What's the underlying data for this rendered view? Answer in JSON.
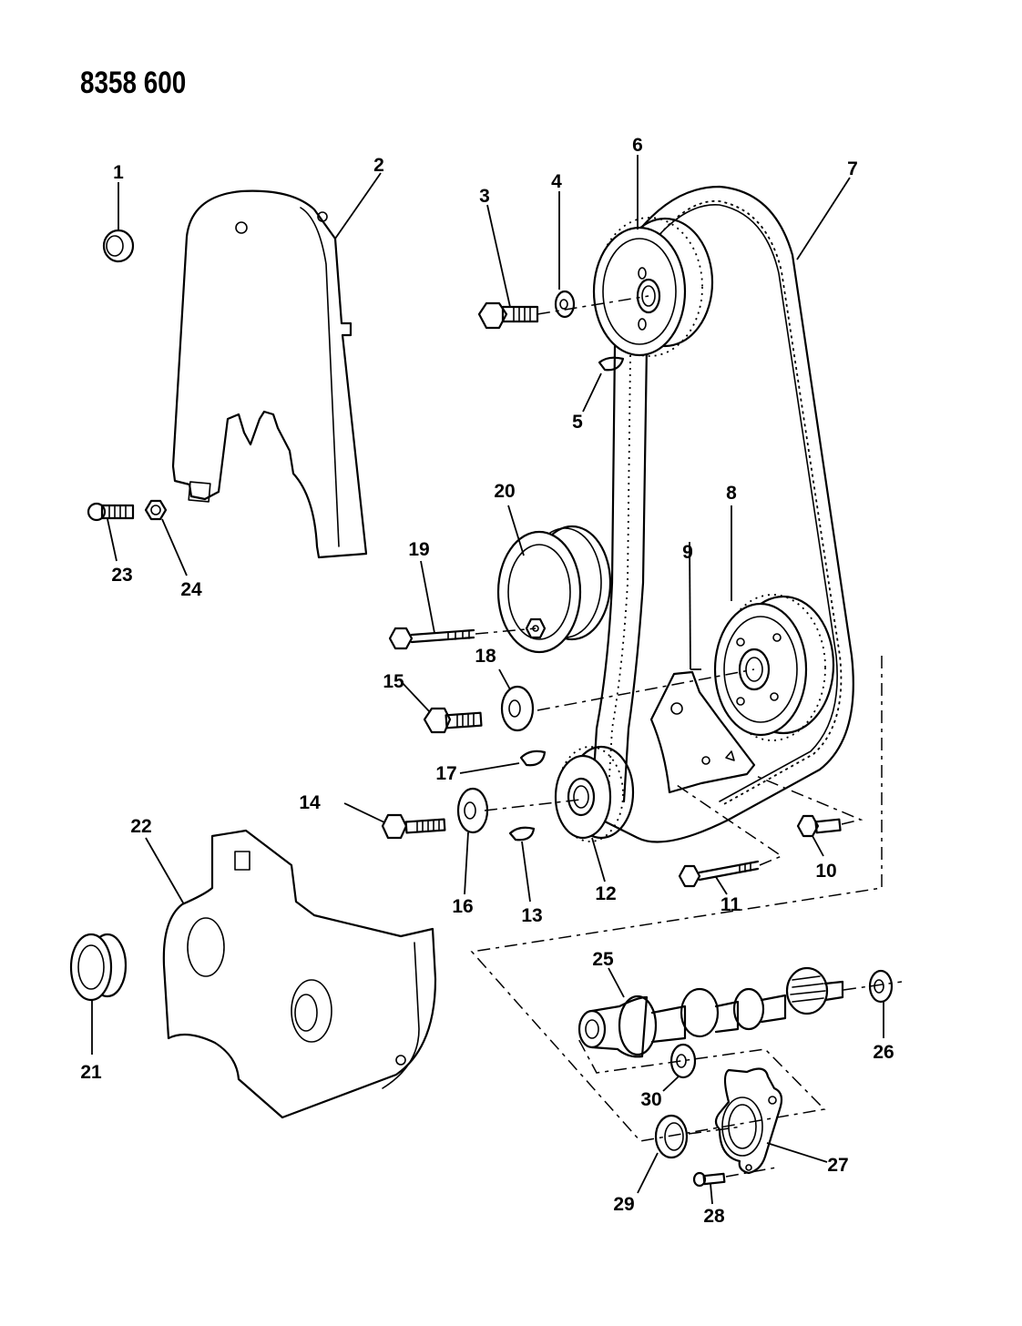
{
  "header": {
    "drawing_code": "8358 600"
  },
  "diagram": {
    "title": "Timing belt, sprockets, covers and camshaft — exploded view",
    "callouts": [
      {
        "num": "1",
        "part": "cover-plug"
      },
      {
        "num": "2",
        "part": "upper-timing-cover"
      },
      {
        "num": "3",
        "part": "camshaft-sprocket-bolt"
      },
      {
        "num": "4",
        "part": "washer"
      },
      {
        "num": "5",
        "part": "woodruff-key"
      },
      {
        "num": "6",
        "part": "camshaft-sprocket"
      },
      {
        "num": "7",
        "part": "timing-belt"
      },
      {
        "num": "8",
        "part": "intermediate-shaft-sprocket"
      },
      {
        "num": "9",
        "part": "tensioner-bracket"
      },
      {
        "num": "10",
        "part": "bracket-bolt"
      },
      {
        "num": "11",
        "part": "bracket-long-bolt"
      },
      {
        "num": "12",
        "part": "crankshaft-sprocket"
      },
      {
        "num": "13",
        "part": "woodruff-key"
      },
      {
        "num": "14",
        "part": "crankshaft-sprocket-bolt"
      },
      {
        "num": "15",
        "part": "intermediate-sprocket-bolt"
      },
      {
        "num": "16",
        "part": "washer"
      },
      {
        "num": "17",
        "part": "woodruff-key"
      },
      {
        "num": "18",
        "part": "washer"
      },
      {
        "num": "19",
        "part": "tensioner-bolt"
      },
      {
        "num": "20",
        "part": "tensioner-pulley"
      },
      {
        "num": "21",
        "part": "seal-plug"
      },
      {
        "num": "22",
        "part": "lower-timing-cover"
      },
      {
        "num": "23",
        "part": "cover-bolt"
      },
      {
        "num": "24",
        "part": "cover-nut"
      },
      {
        "num": "25",
        "part": "camshaft"
      },
      {
        "num": "26",
        "part": "camshaft-plug"
      },
      {
        "num": "27",
        "part": "camshaft-thrust-plate"
      },
      {
        "num": "28",
        "part": "thrust-plate-screw"
      },
      {
        "num": "29",
        "part": "camshaft-seal"
      },
      {
        "num": "30",
        "part": "camshaft-seal"
      }
    ]
  }
}
